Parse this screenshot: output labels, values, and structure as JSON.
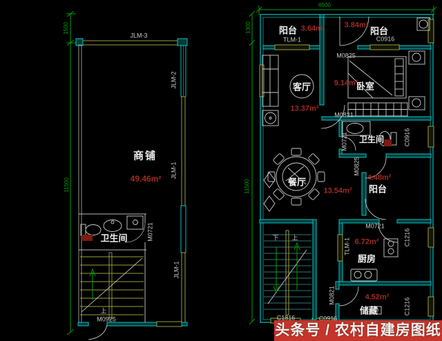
{
  "left_plan": {
    "dim_offset": "1500",
    "dim_total": "11500",
    "door_top": "JLM-3",
    "door_right_upper": "JLM-2",
    "door_right_mid": "JLM-1",
    "door_right_lower": "JLM-1",
    "shop_name": "商铺",
    "shop_area": "49.46m²",
    "bath_name": "卫生间",
    "bath_door": "M0721",
    "stair_up": "上",
    "entry_door": "M0925"
  },
  "right_plan": {
    "dim_width": "6500",
    "dim_offset": "1300",
    "dim_total": "11500",
    "balcony1_name": "阳台",
    "balcony1_area": "3.64m²",
    "balcony1_door": "TLM-1",
    "balcony2_name": "阳台",
    "balcony2_area": "3.84m²",
    "balcony2_window": "C0916",
    "top_door": "M0825",
    "living_name": "客厅",
    "living_area": "13.37m²",
    "bedroom_name": "卧室",
    "bedroom_area": "9.14m²",
    "bedroom_door": "M0821",
    "bath_name": "卫生间",
    "bath_door": "M0721",
    "bath_window": "C0916",
    "hall_door": "M0825",
    "dining_name": "餐厅",
    "dining_area": "13.54m²",
    "balcony3_name": "阳台",
    "balcony3_area": "4.48m²",
    "kitchen_name": "厨房",
    "kitchen_area": "6.72m²",
    "kitchen_door": "M0721",
    "kitchen_slide_door": "TLM-1",
    "kitchen_window": "C1216",
    "storage_name": "储藏",
    "storage_area": "4.52m²",
    "storage_door": "M0821",
    "storage_window": "C1216",
    "stair_down": "下",
    "stair_up": "上",
    "bottom_window_left": "C1816",
    "bottom_window_right": "C0916"
  },
  "watermark": {
    "text": "头条号 / 农村自建房图纸",
    "bg_color": "#c5352b"
  },
  "colors": {
    "wall": "#00c5c5",
    "window_frame": "#9a9e3e",
    "dimension": "#00a000",
    "area_text": "#a32a22",
    "room_text": "#ededed",
    "fixture": "#cfcfcf"
  }
}
